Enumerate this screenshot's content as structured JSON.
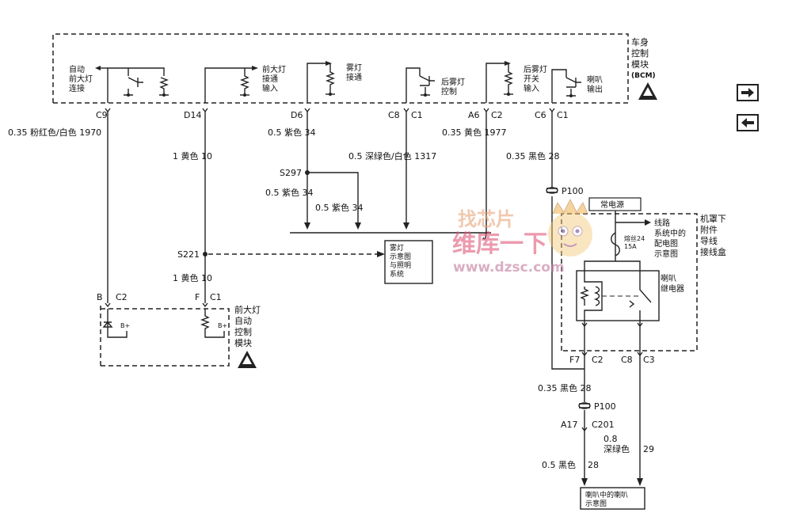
{
  "bcm": {
    "line1": "车身",
    "line2": "控制",
    "line3": "模块",
    "line4": "(BCM)"
  },
  "bcm_labels": {
    "auto_l1": "自动",
    "auto_l2": "前大灯",
    "auto_l3": "连接",
    "head_l1": "前大灯",
    "head_l2": "接通",
    "head_l3": "输入",
    "fog_l1": "雾灯",
    "fog_l2": "接通",
    "rfog_l1": "后雾灯",
    "rfog_l2": "控制",
    "rsw_l1": "后雾灯",
    "rsw_l2": "开关",
    "rsw_l3": "输入",
    "horn_l1": "喇叭",
    "horn_l2": "输出"
  },
  "pins": {
    "c9": "C9",
    "d14": "D14",
    "d6": "D6",
    "c8": "C8",
    "c1a": "C1",
    "a6": "A6",
    "c2a": "C2",
    "c6": "C6",
    "c1b": "C1"
  },
  "wires": {
    "w1970": "0.35  粉红色/白色  1970",
    "w10a": "1  黄色  10",
    "w34a": "0.5  紫色  34",
    "w1317": "0.5  深绿色/白色  1317",
    "w1977": "0.35  黄色  1977",
    "w28a": "0.35  黑色  28",
    "w34b": "0.5  紫色  34",
    "w34c": "0.5  紫色  34",
    "w10b": "1  黄色  10",
    "w28b": "0.35  黑色  28",
    "w28c_a": "0.5  黑色",
    "w28c_b": "28",
    "w29_a": "0.8",
    "w29_b": "深绿色",
    "w29_c": "29"
  },
  "splices": {
    "s297": "S297",
    "s221": "S221",
    "p100a": "P100",
    "p100b": "P100"
  },
  "power": "常电源",
  "wiring_ref": {
    "l1": "线路",
    "l2": "系统中的",
    "l3": "配电图",
    "l4": "示意图"
  },
  "fuse": {
    "l1": "熔丝24",
    "l2": "15A"
  },
  "underhood": {
    "l1": "机罩下",
    "l2": "附件",
    "l3": "导线",
    "l4": "接线盒"
  },
  "relay": {
    "l1": "喇叭",
    "l2": "继电器"
  },
  "fog_ref": {
    "l1": "雾灯",
    "l2": "示意图",
    "l3": "与照明",
    "l4": "系统"
  },
  "hlm": {
    "pin_b": "B",
    "conn_c2": "C2",
    "pin_f": "F",
    "conn_c1": "C1",
    "bplus1": "B+",
    "bplus2": "B+",
    "l1": "前大灯",
    "l2": "自动",
    "l3": "控制",
    "l4": "模块"
  },
  "ubec": {
    "f7": "F7",
    "c2": "C2",
    "c8": "C8",
    "c3": "C3"
  },
  "c201": {
    "a17": "A17",
    "c201": "C201"
  },
  "horn_ref": {
    "l1": "喇叭中的喇叭",
    "l2": "示意图"
  },
  "watermark": {
    "top": "找芯片",
    "mid": "维库一下",
    "url": "www.dzsc.com"
  },
  "nav": {
    "next": "next-page",
    "prev": "previous-page"
  }
}
